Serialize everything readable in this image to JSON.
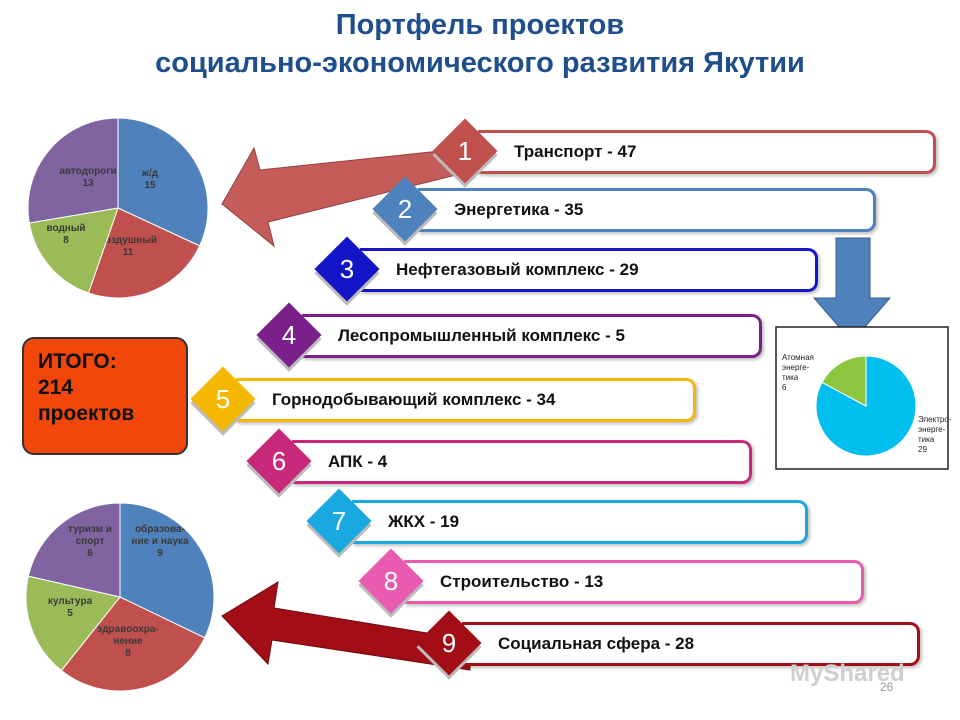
{
  "title": {
    "line1": "Портфель проектов",
    "line2": "социально-экономического развития Якутии"
  },
  "items": [
    {
      "num": "1",
      "label": "Транспорт - 47",
      "color": "#c0504d"
    },
    {
      "num": "2",
      "label": "Энергетика - 35",
      "color": "#4f81bd"
    },
    {
      "num": "3",
      "label": "Нефтегазовый комплекс - 29",
      "color": "#1515c8"
    },
    {
      "num": "4",
      "label": "Лесопромышленный комплекс - 5",
      "color": "#7b1f8a"
    },
    {
      "num": "5",
      "label": "Горнодобывающий комплекс - 34",
      "color": "#f5b800"
    },
    {
      "num": "6",
      "label": "АПК - 4",
      "color": "#c8287a"
    },
    {
      "num": "7",
      "label": "ЖКХ - 19",
      "color": "#19a9e0"
    },
    {
      "num": "8",
      "label": "Строительство - 13",
      "color": "#e85bb0"
    },
    {
      "num": "9",
      "label": "Социальная сфера - 28",
      "color": "#a30e16"
    }
  ],
  "total": {
    "line1": "ИТОГО:",
    "line2": "214",
    "line3": "проектов"
  },
  "page_number": "26",
  "watermark": "MyShared",
  "chart_data": [
    {
      "type": "pie",
      "title": "",
      "slices": [
        {
          "label_lines": [
            "ж/д",
            "15"
          ],
          "value": 15,
          "color": "#4f81bd"
        },
        {
          "label_lines": [
            "воздушный",
            "11"
          ],
          "value": 11,
          "color": "#c0504d"
        },
        {
          "label_lines": [
            "водный",
            "8"
          ],
          "value": 8,
          "color": "#9bbb59"
        },
        {
          "label_lines": [
            "автодороги",
            "13"
          ],
          "value": 13,
          "color": "#8064a2"
        }
      ]
    },
    {
      "type": "pie",
      "title": "",
      "slices": [
        {
          "label_lines": [
            "Электро-",
            "энерге-",
            "тика",
            "29"
          ],
          "value": 29,
          "color": "#00bfef"
        },
        {
          "label_lines": [
            "Атомная",
            "энерге-",
            "тика",
            "6"
          ],
          "value": 6,
          "color": "#8cc63f"
        }
      ]
    },
    {
      "type": "pie",
      "title": "",
      "slices": [
        {
          "label_lines": [
            "образова-",
            "ние и наука",
            "9"
          ],
          "value": 9,
          "color": "#4f81bd"
        },
        {
          "label_lines": [
            "здравоохра-",
            "нение",
            "8"
          ],
          "value": 8,
          "color": "#c0504d"
        },
        {
          "label_lines": [
            "культура",
            "5"
          ],
          "value": 5,
          "color": "#9bbb59"
        },
        {
          "label_lines": [
            "туризм и",
            "спорт",
            "6"
          ],
          "value": 6,
          "color": "#8064a2"
        }
      ]
    }
  ]
}
